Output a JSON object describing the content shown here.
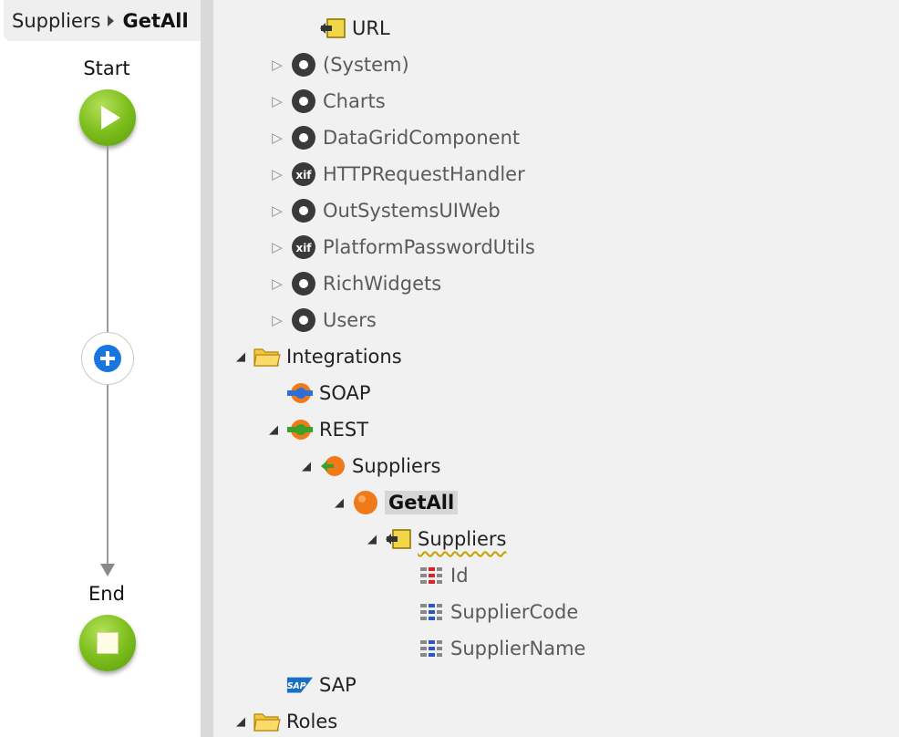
{
  "breadcrumb": {
    "parent": "Suppliers",
    "current": "GetAll"
  },
  "flow": {
    "start_label": "Start",
    "end_label": "End"
  },
  "tree": {
    "url": "URL",
    "system": "(System)",
    "charts": "Charts",
    "datagrid": "DataGridComponent",
    "httprequest": "HTTPRequestHandler",
    "outsystemsui": "OutSystemsUIWeb",
    "platformpassword": "PlatformPasswordUtils",
    "richwidgets": "RichWidgets",
    "users": "Users",
    "integrations": "Integrations",
    "soap": "SOAP",
    "rest": "REST",
    "suppliers_api": "Suppliers",
    "getall": "GetAll",
    "suppliers_struct": "Suppliers",
    "id": "Id",
    "supplier_code": "SupplierCode",
    "supplier_name": "SupplierName",
    "sap": "SAP",
    "roles": "Roles"
  },
  "colors": {
    "accent_blue": "#1976e0",
    "node_green": "#7cbf1c",
    "selection": "#d6d6d6"
  }
}
